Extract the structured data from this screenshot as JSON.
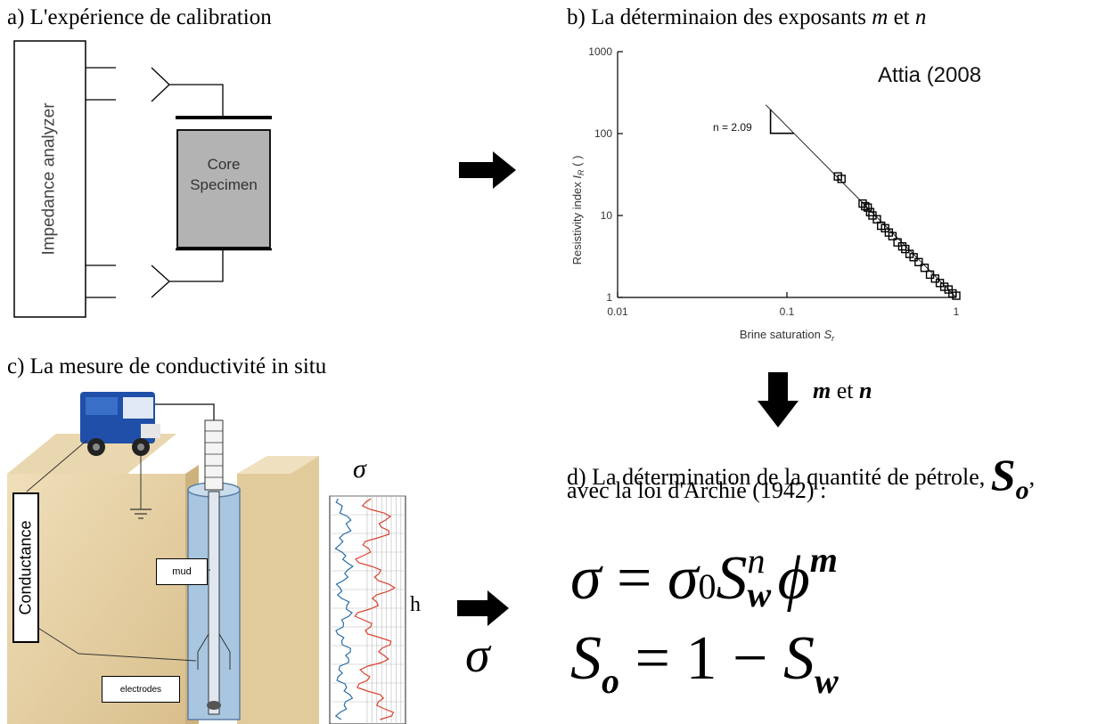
{
  "panel_a": {
    "title": "a) L'expérience de calibration",
    "analyzer_label": "Impedance analyzer",
    "core_label_line1": "Core",
    "core_label_line2": "Specimen"
  },
  "panel_b": {
    "title_prefix": "b) La déterminaion des exposants ",
    "title_m": "m",
    "title_et": " et ",
    "title_n": "n",
    "citation": "Attia (2008)",
    "slope_label": "n = 2.09",
    "chart_data": {
      "type": "scatter",
      "title": "",
      "xlabel": "Brine saturation S_r",
      "xlabel_main": "Brine saturation ",
      "xlabel_sym": "S",
      "xlabel_sub": "r",
      "ylabel": "Resistivity index I_R ( )",
      "ylabel_main": "Resistivity index ",
      "ylabel_sym": "I",
      "ylabel_sub": "R",
      "ylabel_end": " ( )",
      "xscale": "log",
      "yscale": "log",
      "xlim": [
        0.01,
        1
      ],
      "ylim": [
        1,
        1000
      ],
      "x_ticks": [
        "0.01",
        "0.1",
        "1"
      ],
      "y_ticks": [
        "1",
        "10",
        "100",
        "1000"
      ],
      "fit_line": {
        "exponent_n": 2.09,
        "x_range": [
          0.075,
          1
        ]
      },
      "series": [
        {
          "points": [
            [
              0.2,
              30
            ],
            [
              0.21,
              28
            ],
            [
              0.28,
              14
            ],
            [
              0.29,
              13
            ],
            [
              0.3,
              12.5
            ],
            [
              0.31,
              11
            ],
            [
              0.32,
              10
            ],
            [
              0.34,
              9
            ],
            [
              0.36,
              7.5
            ],
            [
              0.38,
              7
            ],
            [
              0.4,
              6.2
            ],
            [
              0.42,
              5.6
            ],
            [
              0.45,
              4.7
            ],
            [
              0.48,
              4.2
            ],
            [
              0.5,
              3.9
            ],
            [
              0.53,
              3.4
            ],
            [
              0.56,
              3.1
            ],
            [
              0.6,
              2.7
            ],
            [
              0.65,
              2.3
            ],
            [
              0.7,
              1.9
            ],
            [
              0.75,
              1.7
            ],
            [
              0.8,
              1.5
            ],
            [
              0.85,
              1.35
            ],
            [
              0.9,
              1.25
            ],
            [
              0.95,
              1.12
            ],
            [
              1.0,
              1.05
            ]
          ]
        }
      ]
    }
  },
  "arrow_b_label_m": "m",
  "arrow_b_label_et": " et ",
  "arrow_b_label_n": "n",
  "panel_c": {
    "title": "c) La mesure de conductivité in situ",
    "conductance_label": "Conductance",
    "mud_label": "mud",
    "electrodes_label": "electrodes",
    "sigma_label": "σ",
    "h_label": "h",
    "output_sigma": "σ"
  },
  "panel_d": {
    "title_line1": "d) La détermination de la quantité de pétrole,",
    "so_symbol": "S",
    "so_sub": "o",
    "title_comma": ",",
    "title_line2": "avec la loi d'Archie (1942) :",
    "eq1": {
      "lhs": "σ",
      "eq": " = ",
      "sigma0": "σ",
      "sigma0_sub": "0",
      "S": "S",
      "S_sub": "w",
      "S_sup": "n",
      "phi": "ϕ",
      "phi_sup": "m"
    },
    "eq2": {
      "S": "S",
      "S_sub": "o",
      "rhs": " = 1 − ",
      "Sw": "S",
      "Sw_sub": "w"
    }
  },
  "colors": {
    "core_fill": "#b3b3b3",
    "sand": "#e8d4a8",
    "sand_dark": "#cfb47f",
    "borehole": "#a9c6e0",
    "truck_blue": "#1f4fa8",
    "log_red": "#d9432f",
    "log_blue": "#2b6ea6"
  }
}
